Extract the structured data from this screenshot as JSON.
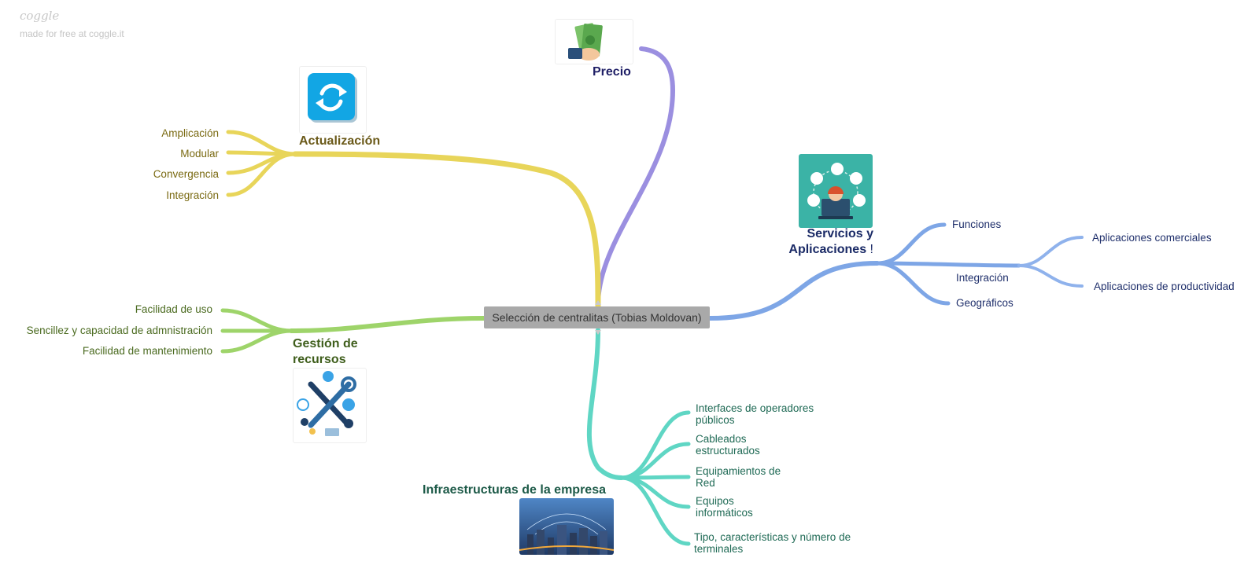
{
  "watermark": {
    "logo": "coggle",
    "subtitle": "made for free at coggle.it"
  },
  "center": {
    "label": "Selección de centralitas (Tobias Moldovan)"
  },
  "branches": {
    "precio": {
      "title": "Precio",
      "color": "#9b8fe0",
      "icon": "money-hand-icon"
    },
    "actualizacion": {
      "title": "Actualización",
      "color": "#e8d55a",
      "icon": "refresh-icon",
      "items": [
        "Amplicación",
        "Modular",
        "Convergencia",
        "Integración"
      ]
    },
    "gestion": {
      "title_line1": "Gestión de",
      "title_line2": "recursos",
      "color": "#9ed46a",
      "icon": "tools-icon",
      "items": [
        "Facilidad de uso",
        "Sencillez y capacidad de admnistración",
        "Facilidad de mantenimiento"
      ]
    },
    "servicios": {
      "title_line1": "Servicios y",
      "title_line2": "Aplicaciones",
      "title_suffix": "!",
      "color": "#7ea6e6",
      "icon": "helpdesk-icon",
      "items": [
        "Funciones",
        "Integración",
        "Geográficos"
      ],
      "sub_items": [
        "Aplicaciones comerciales",
        "Aplicaciones de productividad"
      ]
    },
    "infra": {
      "title": "Infraestructuras de la empresa",
      "color": "#5fd6c4",
      "icon": "city-network-icon",
      "items": [
        {
          "line1": "Interfaces de operadores",
          "line2": "públicos"
        },
        {
          "line1": "Cableados",
          "line2": "estructurados"
        },
        {
          "line1": "Equipamientos de",
          "line2": "Red"
        },
        {
          "line1": "Equipos",
          "line2": "informáticos"
        },
        {
          "line1": "Tipo, características y número de",
          "line2": "terminales"
        }
      ]
    }
  }
}
